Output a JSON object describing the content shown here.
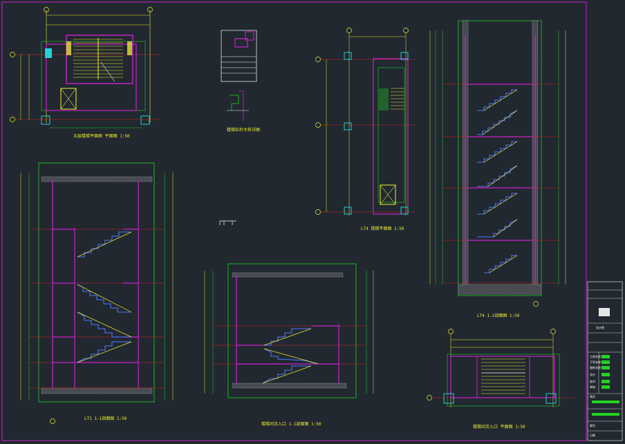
{
  "colors": {
    "background": "#212830",
    "wall": "#cc22cc",
    "grid": "#22d322",
    "axis": "#e02020",
    "dim": "#f2f230",
    "hatch": "#9a9a9a",
    "stair": "#5078ff",
    "cyan": "#22d3d3",
    "white": "#ffffff"
  },
  "drawings": {
    "plan_top_left": {
      "caption": "五层楼梯平面图 平面图 1:50"
    },
    "detail_center": {
      "caption": "楼梯栏杆大样详图"
    },
    "plan_lt4": {
      "caption": "LT4 楼梯平面图 1:50"
    },
    "section_lt4": {
      "caption": "LT4 1-1剖面图 1:50"
    },
    "section_lt1": {
      "caption": "LT1 1-1剖面图 1:50"
    },
    "section_mid": {
      "caption": "楼梯间次入口 1-1剖面图 1:50"
    },
    "plan_bottom_right": {
      "caption": "楼梯间次入口 平面图 1:50"
    }
  },
  "title_block": {
    "logo_text": "设计院",
    "rows": [
      "工程名称",
      "子项名称",
      "图纸名称",
      "设计",
      "校对",
      "审核",
      "审定",
      "图号",
      "日期"
    ]
  }
}
